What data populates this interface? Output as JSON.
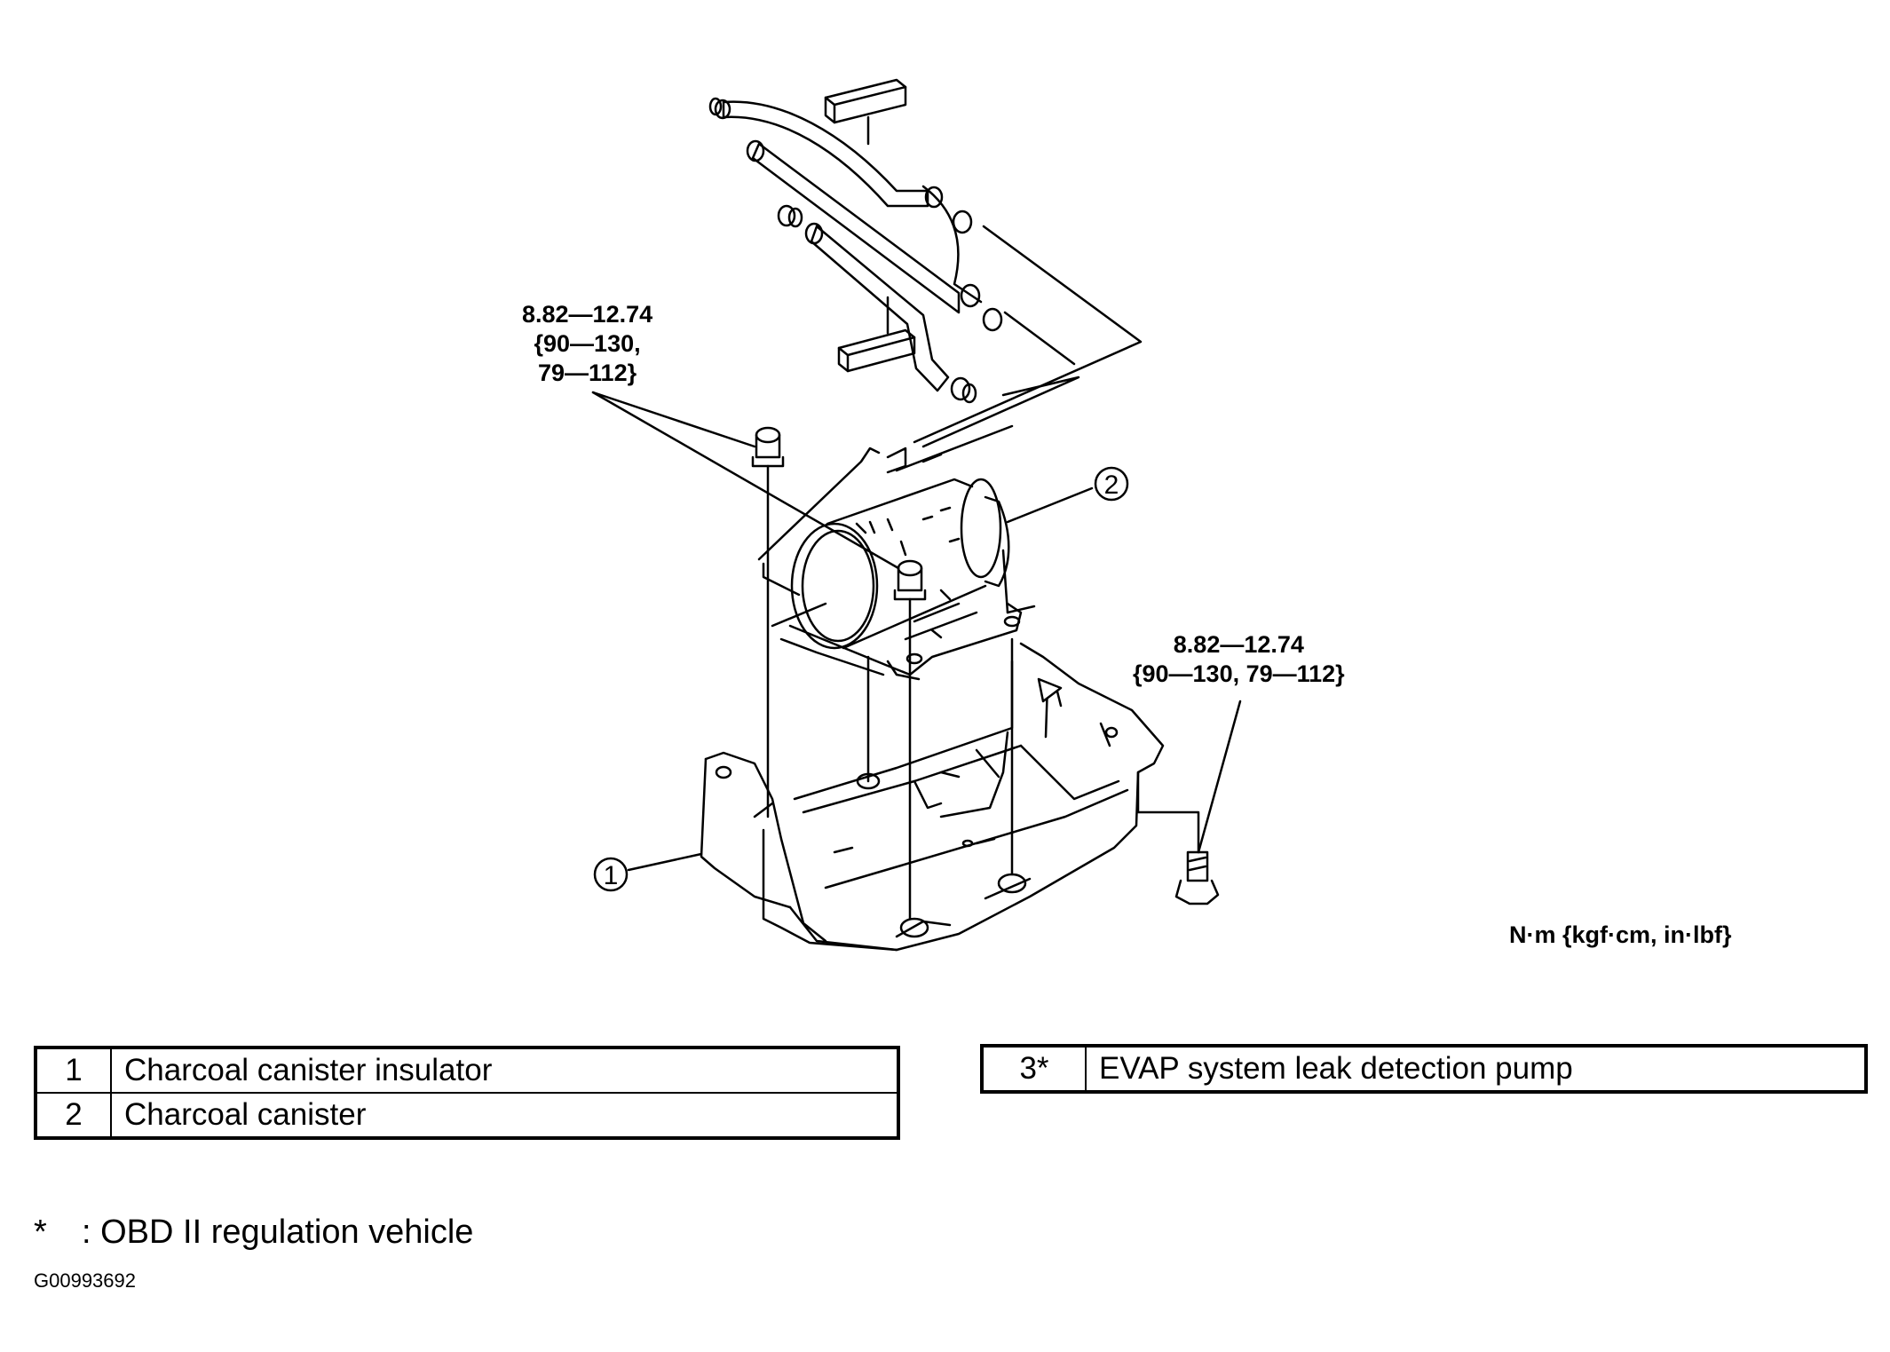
{
  "torque_spec_left": [
    "8.82—12.74",
    "{90—130,",
    "79—112}"
  ],
  "torque_spec_right": [
    "8.82—12.74",
    "{90—130, 79—112}"
  ],
  "units": "N·m {kgf·cm, in·lbf}",
  "callouts": {
    "c1": "1",
    "c2": "2"
  },
  "legend_left": [
    {
      "num": "1",
      "label": "Charcoal canister insulator"
    },
    {
      "num": "2",
      "label": "Charcoal canister"
    }
  ],
  "legend_right": [
    {
      "num": "3*",
      "label": "EVAP system leak detection pump"
    }
  ],
  "note": {
    "symbol": "*",
    "text": ": OBD II regulation vehicle"
  },
  "figure_code": "G00993692"
}
